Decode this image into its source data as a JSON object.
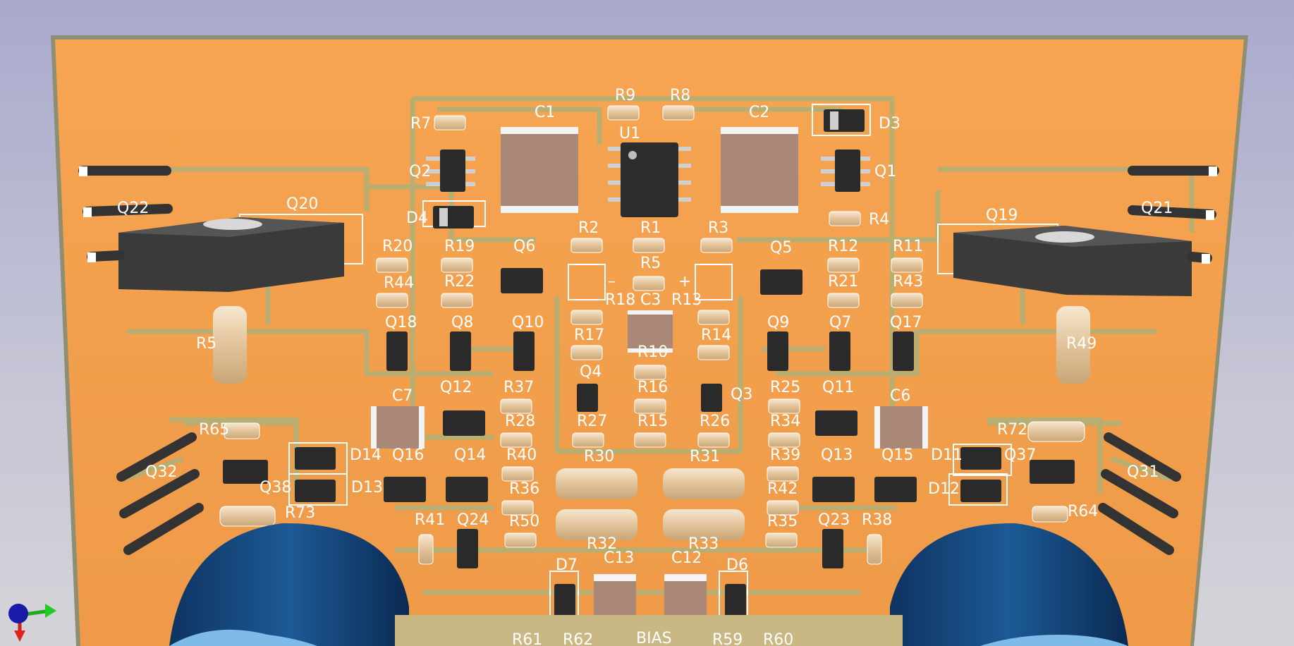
{
  "viewer": {
    "board_color": "#f2a14e",
    "silk_color": "#ffffff",
    "copper_color": "#b8ae72"
  },
  "labels": {
    "R9": "R9",
    "R8": "R8",
    "C1": "C1",
    "C2": "C2",
    "R7": "R7",
    "D3": "D3",
    "U1": "U1",
    "Q2": "Q2",
    "Q1": "Q1",
    "D4": "D4",
    "R4": "R4",
    "Q20": "Q20",
    "Q19": "Q19",
    "R2": "R2",
    "R1": "R1",
    "R3": "R3",
    "R20": "R20",
    "R19": "R19",
    "Q6": "Q6",
    "Q5": "Q5",
    "R12": "R12",
    "R11": "R11",
    "R5": "R5",
    "R44": "R44",
    "R22": "R22",
    "R18": "R18",
    "C3": "C3",
    "R13": "R13",
    "R21": "R21",
    "R43": "R43",
    "MINUS": "–",
    "PLUS": "+",
    "Q18": "Q18",
    "Q8": "Q8",
    "Q10": "Q10",
    "R17": "R17",
    "R14": "R14",
    "Q9": "Q9",
    "Q7": "Q7",
    "Q17": "Q17",
    "R5b": "R5",
    "R49": "R49",
    "R10": "R10",
    "Q4": "Q4",
    "Q3": "Q3",
    "C7": "C7",
    "Q12": "Q12",
    "R37": "R37",
    "R16": "R16",
    "R25": "R25",
    "Q11": "Q11",
    "C6": "C6",
    "R65": "R65",
    "R28": "R28",
    "R27": "R27",
    "R15": "R15",
    "R26": "R26",
    "R34": "R34",
    "R72": "R72",
    "D14": "D14",
    "Q16": "Q16",
    "Q14": "Q14",
    "R40": "R40",
    "R30": "R30",
    "R31": "R31",
    "R39": "R39",
    "Q13": "Q13",
    "Q15": "Q15",
    "D11": "D11",
    "Q37": "Q37",
    "Q32": "Q32",
    "Q38": "Q38",
    "D13": "D13",
    "R36": "R36",
    "R42": "R42",
    "D12": "D12",
    "Q31": "Q31",
    "R73": "R73",
    "R41": "R41",
    "Q24": "Q24",
    "R50": "R50",
    "R35": "R35",
    "Q23": "Q23",
    "R38": "R38",
    "R64": "R64",
    "R32": "R32",
    "R33": "R33",
    "D7": "D7",
    "C13": "C13",
    "C12": "C12",
    "D6": "D6",
    "R61": "R61",
    "R62": "R62",
    "BIAS": "BIAS",
    "R59": "R59",
    "R60": "R60",
    "Q22": "Q22",
    "Q21": "Q21"
  }
}
